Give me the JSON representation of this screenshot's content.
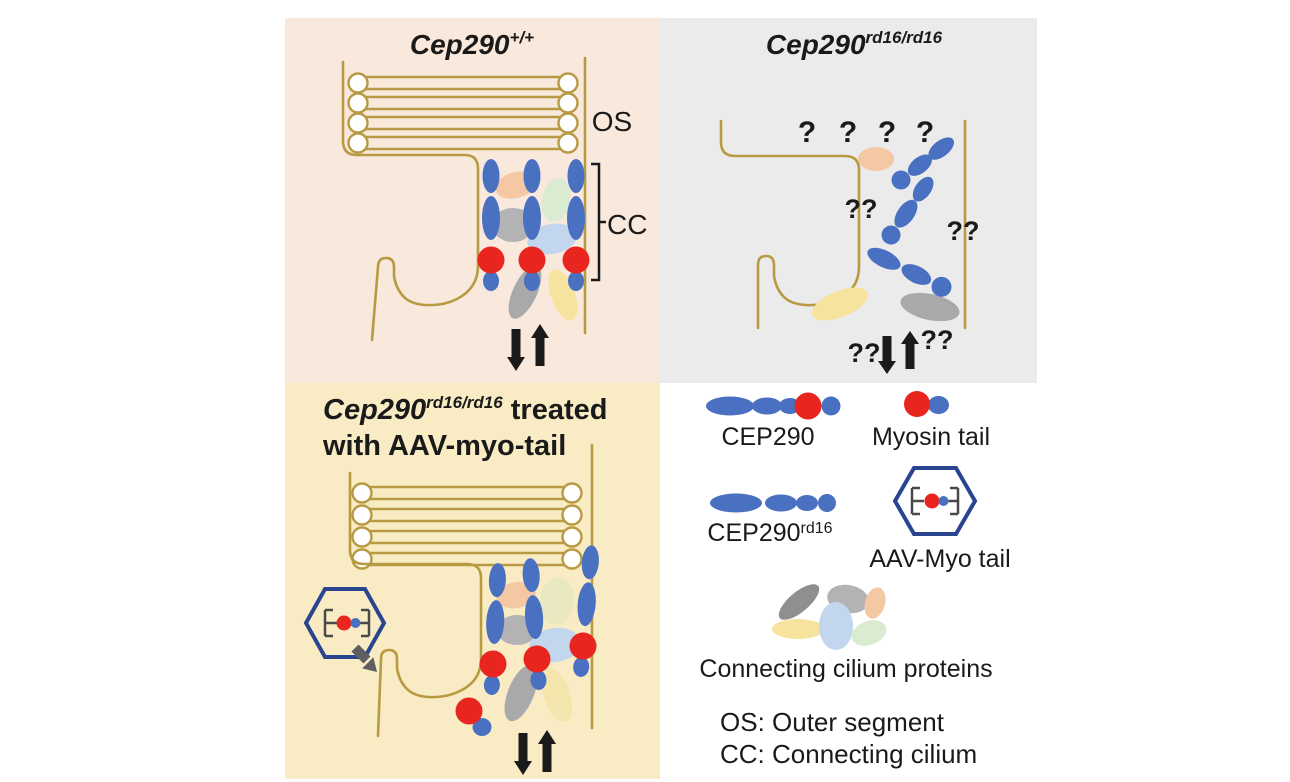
{
  "figure": {
    "panel_wildtype": {
      "title_gene": "Cep290",
      "title_sup": "+/+",
      "os_label": "OS",
      "cc_label": "CC"
    },
    "panel_mutant": {
      "title_gene": "Cep290",
      "title_sup": "rd16/rd16",
      "question_row": [
        "?",
        "?",
        "?",
        "?"
      ],
      "question_left": "??",
      "question_right": "??",
      "question_arrow_left": "??",
      "question_arrow_right": "??"
    },
    "panel_treated": {
      "title_gene": "Cep290",
      "title_sup": "rd16/rd16",
      "title_suffix": " treated",
      "title_line2": "with AAV-myo-tail"
    },
    "legend": {
      "cep290_label": "CEP290",
      "myosin_tail_label": "Myosin tail",
      "cep290rd16_label": "CEP290",
      "cep290rd16_sup": "rd16",
      "aav_myo_tail_label": "AAV-Myo tail",
      "cc_proteins_label": "Connecting cilium proteins",
      "abbr_os": "OS: Outer segment",
      "abbr_cc": "CC: Connecting cilium"
    },
    "colors": {
      "panel_wildtype_bg": "#f9e8dc",
      "panel_mutant_bg": "#ebebeb",
      "panel_treated_bg": "#f9ecc4",
      "membrane_tan": "#b89a42",
      "cep290_blue": "#4a71c1",
      "myosin_red": "#e8251f",
      "hexagon_navy": "#2a4590",
      "protein_peach": "#f5c8a4",
      "protein_gray": "#b3b3b6",
      "protein_green": "#d9ecd1",
      "protein_light_blue": "#c2d6ee",
      "protein_yellow": "#f6e49e",
      "arrow_black": "#1a1a1a",
      "arrow_gray": "#5f5f5f"
    }
  }
}
